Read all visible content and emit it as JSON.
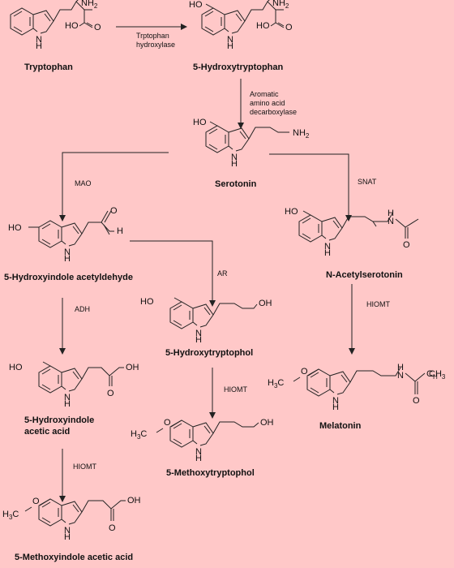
{
  "compounds": {
    "tryptophan": "Tryptophan",
    "htp": "5-Hydroxytryptophan",
    "serotonin": "Serotonin",
    "hiaald": "5-Hydroxyindole acetyldehyde",
    "nas": "N-Acetylserotonin",
    "htol": "5-Hydroxytryptophol",
    "hiaa_1": "5-Hydroxyindole",
    "hiaa_2": "acetic acid",
    "melatonin": "Melatonin",
    "mtol": "5-Methoxytryptophol",
    "mia": "5-Methoxyindole acetic acid"
  },
  "enzymes": {
    "tph_1": "Trptophan",
    "tph_2": "hydroxylase",
    "aadc_1": "Aromatic",
    "aadc_2": "amino acid",
    "aadc_3": "decarboxylase",
    "mao": "MAO",
    "snat": "SNAT",
    "adh": "ADH",
    "ar": "AR",
    "hiomt_1": "HIOMT",
    "hiomt_2": "HIOMT",
    "hiomt_3": "HIOMT"
  },
  "atoms": {
    "N": "N",
    "H": "H",
    "NH": "NH",
    "HO": "HO",
    "OH": "OH",
    "O": "O",
    "H3C": "H",
    "H3C_sub": "3",
    "H3C_c": "C",
    "NH2": "NH",
    "NH2_sub": "2"
  }
}
